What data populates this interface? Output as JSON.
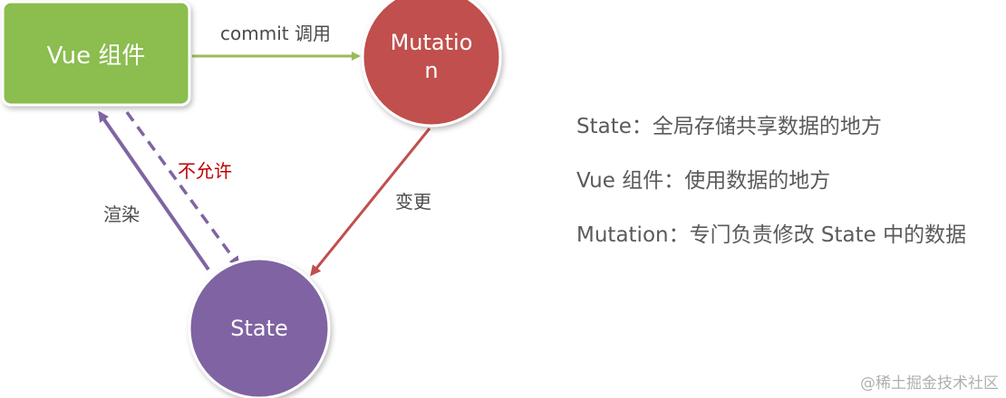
{
  "nodes": {
    "vue": {
      "label": "Vue 组件",
      "color": "#8bbd50"
    },
    "mutation": {
      "label_line1": "Mutatio",
      "label_line2": "n",
      "color": "#c0504d"
    },
    "state": {
      "label": "State",
      "color": "#8064a2"
    }
  },
  "edges": {
    "commit": {
      "label": "commit 调用",
      "color": "#9bbb59"
    },
    "change": {
      "label": "变更",
      "color": "#c0504d"
    },
    "render": {
      "label": "渲染",
      "color": "#8064a2"
    },
    "not_allowed": {
      "label": "不允许",
      "color": "#8064a2",
      "label_color": "#c00000"
    }
  },
  "legend": [
    {
      "text": "State：全局存储共享数据的地方"
    },
    {
      "text": "Vue 组件：使用数据的地方"
    },
    {
      "text": "Mutation：专门负责修改 State 中的数据"
    }
  ],
  "watermark": "@稀土掘金技术社区"
}
